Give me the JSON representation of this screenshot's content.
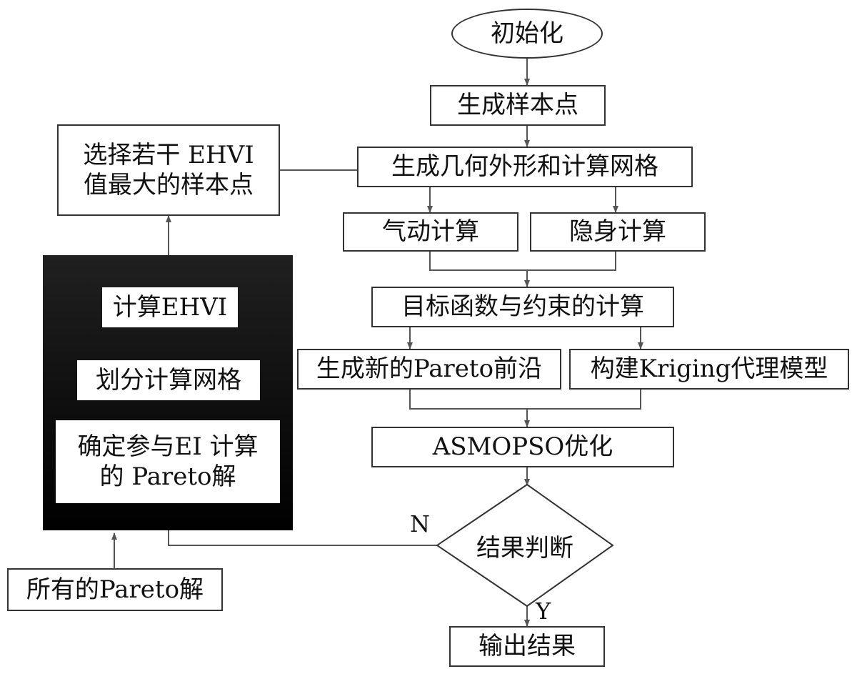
{
  "flowchart": {
    "start": "初始化",
    "generate_samples": "生成样本点",
    "generate_geometry_mesh": "生成几何外形和计算网格",
    "aero_calc": "气动计算",
    "stealth_calc": "隐身计算",
    "objective_constraint_calc": "目标函数与约束的计算",
    "new_pareto_front": "生成新的Pareto前沿",
    "build_kriging": "构建Kriging代理模型",
    "asmopso_optimize": "ASMOPSO优化",
    "result_judge": "结果判断",
    "output_result": "输出结果",
    "select_samples_line1": "选择若干 EHVI",
    "select_samples_line2": "值最大的样本点",
    "compute_ehvi": "计算EHVI",
    "divide_grid": "划分计算网格",
    "determine_pareto_line1": "确定参与EI 计算",
    "determine_pareto_line2": "的 Pareto解",
    "all_pareto": "所有的Pareto解",
    "label_no": "N",
    "label_yes": "Y"
  },
  "colors": {
    "line": "#555555",
    "block_top": "#202020",
    "block_bottom": "#000000"
  }
}
